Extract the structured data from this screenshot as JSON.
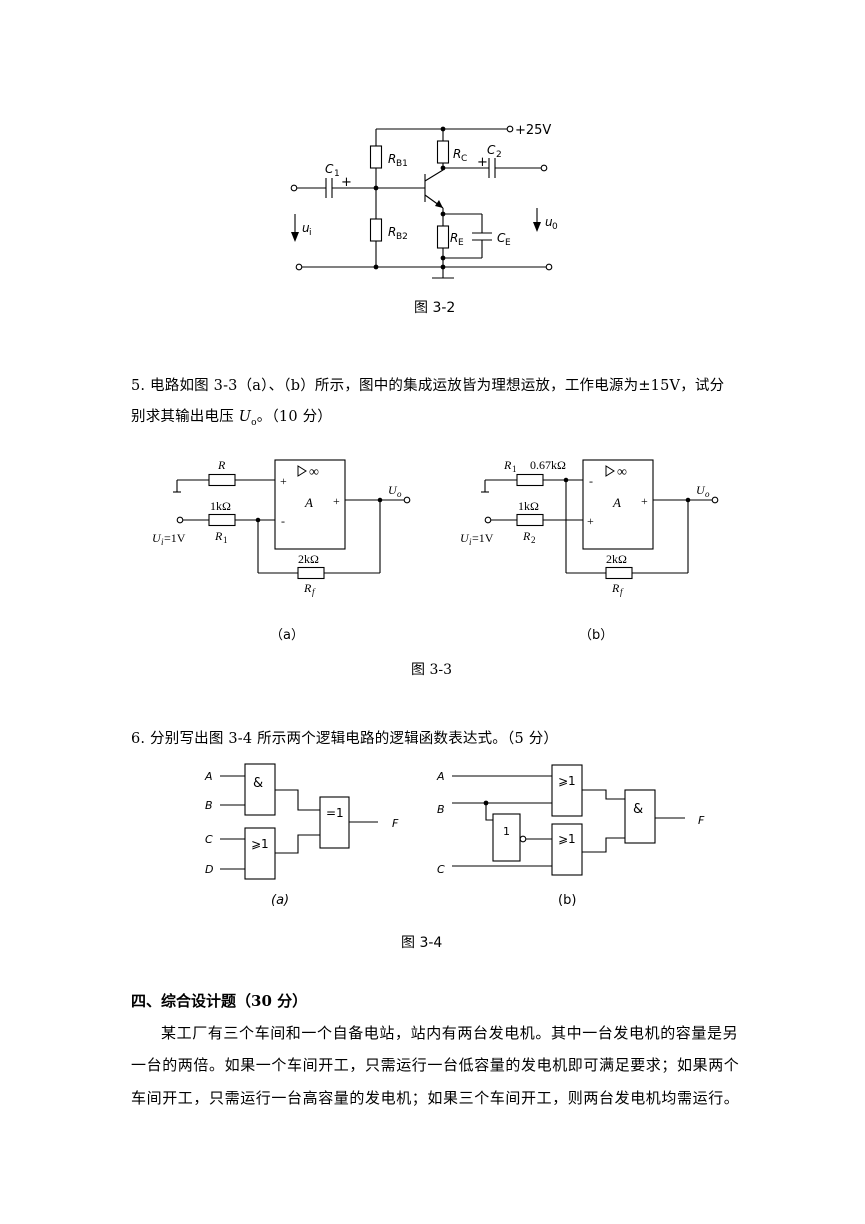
{
  "fig32": {
    "supply": "+25V",
    "c1": "C",
    "c1_sub": "1",
    "rb1": "R",
    "rb1_sub": "B1",
    "rb2": "R",
    "rb2_sub": "B2",
    "rc": "R",
    "rc_sub": "C",
    "c2": "C",
    "c2_sub": "2",
    "re": "R",
    "re_sub": "E",
    "ce": "C",
    "ce_sub": "E",
    "ui": "u",
    "ui_sub": "i",
    "uo": "u",
    "uo_sub": "0",
    "plus": "+",
    "caption": "图 3-2"
  },
  "q5": {
    "line1": "5.  电路如图 3-3（a）、（b）所示，图中的集成运放皆为理想运放，工作电源为±15V，试分",
    "line2_a": "别求其输出电压 ",
    "line2_u": "U",
    "line2_sub": "o",
    "line2_b": "。（10 分）"
  },
  "fig33": {
    "a": {
      "r_top": "R",
      "r_in_val": "1kΩ",
      "r_in_name": "R",
      "r_in_sub": "1",
      "rf_val": "2kΩ",
      "rf_name": "R",
      "rf_sub": "f",
      "input": "U",
      "input_sub": "i",
      "input_val": "=1V",
      "output": "U",
      "output_sub": "o",
      "amp": "A",
      "inf": "∞",
      "top_pin": "+",
      "bottom_pin": "-",
      "out_pin": "+",
      "caption": "（a）"
    },
    "b": {
      "r_top_name": "R",
      "r_top_sub": "1",
      "r_top_val": "0.67kΩ",
      "r_in_val": "1kΩ",
      "r_in_name": "R",
      "r_in_sub": "2",
      "rf_val": "2kΩ",
      "rf_name": "R",
      "rf_sub": "f",
      "input": "U",
      "input_sub": "i",
      "input_val": "=1V",
      "output": "U",
      "output_sub": "o",
      "amp": "A",
      "inf": "∞",
      "top_pin": "-",
      "bottom_pin": "+",
      "out_pin": "+",
      "caption": "（b）"
    },
    "caption": "图 3-3"
  },
  "q6": {
    "line1": "6.  分别写出图 3-4 所示两个逻辑电路的逻辑函数表达式。（5 分）"
  },
  "fig34": {
    "a": {
      "inputs": [
        "A",
        "B",
        "C",
        "D"
      ],
      "and_gate": "&",
      "or_gate": "⩾1",
      "xor_gate": "=1",
      "output": "F",
      "caption": "(a)"
    },
    "b": {
      "inputs": [
        "A",
        "B",
        "C"
      ],
      "or_gate_top": "⩾1",
      "not_gate": "1",
      "or_gate_bottom": "⩾1",
      "and_gate": "&",
      "output": "F",
      "caption": "(b)"
    },
    "caption": "图 3-4"
  },
  "section4": {
    "heading": "四、综合设计题（30 分）",
    "para_line1": "某工厂有三个车间和一个自备电站，站内有两台发电机。其中一台发电机的容量是另",
    "para_line2": "一台的两倍。如果一个车间开工，只需运行一台低容量的发电机即可满足要求；如果两个",
    "para_line3": "车间开工，只需运行一台高容量的发电机；如果三个车间开工，则两台发电机均需运行。"
  }
}
